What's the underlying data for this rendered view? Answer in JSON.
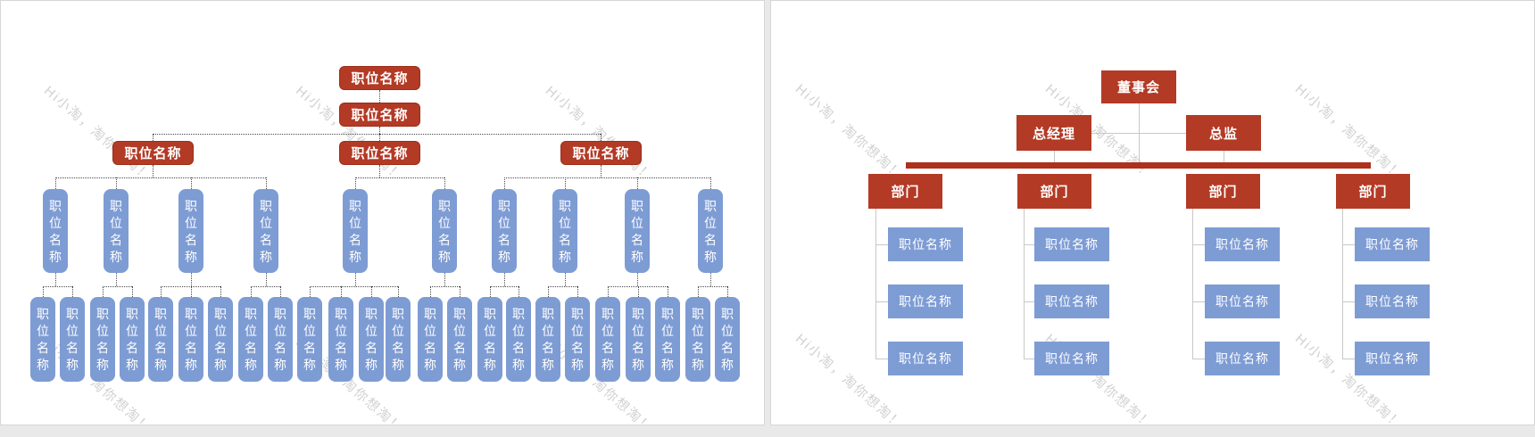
{
  "watermark": {
    "text": "Hi小淘，淘你想淘！"
  },
  "slides": {
    "left": {
      "position_label": "职位名称",
      "structure": {
        "level1_count": 1,
        "level2_count": 1,
        "level3_count": 3,
        "level4_count": 10,
        "level5_count": 24
      }
    },
    "right": {
      "board_label": "董事会",
      "general_manager_label": "总经理",
      "director_label": "总监",
      "department_label": "部门",
      "position_label": "职位名称",
      "structure": {
        "department_count": 4,
        "positions_per_department": 3
      }
    }
  },
  "colors": {
    "red_box": "#b33a25",
    "red_bar": "#ad311c",
    "blue_box": "#7e9cd4",
    "gray_connector": "#c8c8c8",
    "dotted_connector": "#4a4a4a",
    "slide_bg": "#ffffff",
    "gutter_bg": "#e9e9e9",
    "watermark": "#9a9a9a"
  }
}
